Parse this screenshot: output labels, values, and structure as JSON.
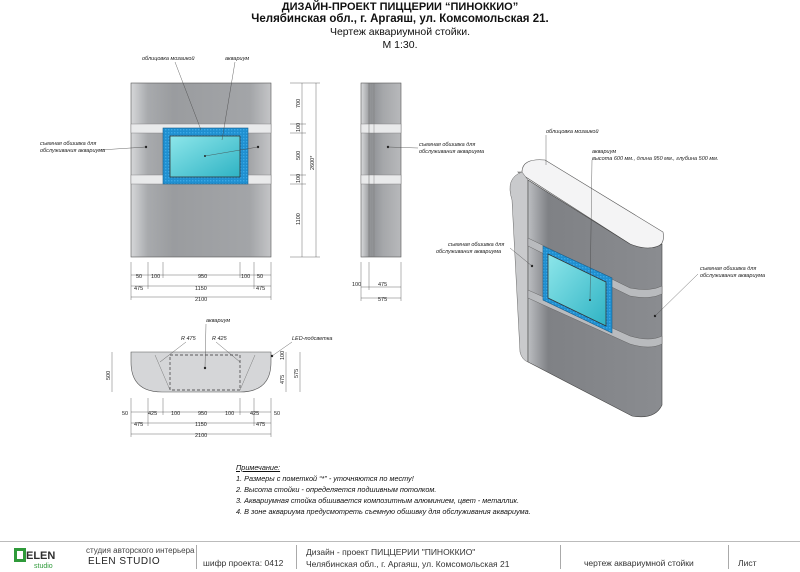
{
  "header": {
    "title": "ДИЗАЙН-ПРОЕКТ ПИЦЦЕРИИ “ПИНОККИО”",
    "address": "Челябинская обл., г. Аргаяш, ул. Комсомольская 21.",
    "drawing_name": "Чертеж аквариумной стойки.",
    "scale": "М 1:30."
  },
  "front_view": {
    "label_mosaic": "облицовка мозаикой",
    "label_aquarium": "аквариум",
    "label_panel_1": "съемная обшивка для",
    "label_panel_2": "обслуживания аквариума",
    "dims_bottom_row1": [
      "50",
      "100",
      "950",
      "100",
      "50"
    ],
    "dims_bottom_row2": [
      "475",
      "1150",
      "475"
    ],
    "dims_total": "2100",
    "dims_vertical": [
      "700",
      "100",
      "500",
      "100",
      "1100"
    ],
    "dim_height_total": "2600*"
  },
  "side_view": {
    "label_panel_1": "съемная обшивка для",
    "label_panel_2": "обслуживания аквариума",
    "dims_bottom": [
      "100",
      "475"
    ],
    "dim_total": "575"
  },
  "plan_view": {
    "label_aquarium": "аквариум",
    "label_r475": "R 475",
    "label_r425": "R 425",
    "label_led": "LED-подсветка",
    "dims_row1": [
      "50",
      "425",
      "100",
      "950",
      "100",
      "425",
      "50"
    ],
    "dims_row2": [
      "475",
      "1150",
      "475"
    ],
    "dims_total": "2100",
    "dim_depth": "500",
    "dims_right": [
      "100",
      "475",
      "575"
    ]
  },
  "iso_view": {
    "label_mosaic": "облицовка мозаикой",
    "label_aquarium": "аквариум",
    "label_aquarium_size": "высота 600 мм., длина 950 мм., глубина 500 мм.",
    "label_left_1": "съемная обшивка для",
    "label_left_2": "обслуживания аквариума",
    "label_right_1": "съемная обшивка для",
    "label_right_2": "обслуживания аквариума"
  },
  "notes": {
    "title": "Примечание:",
    "items": [
      "1. Размеры с пометкой “*” - уточняются по месту!",
      "2. Высота стойки - определяется подшивным потолком.",
      "3. Аквариумная стойка обшивается композитным алюминием, цвет - металлик.",
      "4. В зоне аквариума предусмотреть съемную обшивку для обслуживания аквариума."
    ]
  },
  "footer": {
    "logo_text": "ELEN",
    "logo_sub": "studio",
    "studio_line1": "студия авторского интерьера",
    "studio_line2": "ELEN STUDIO",
    "project_code": "шифр проекта: 0412",
    "project_name": "Дизайн - проект ПИЦЦЕРИИ \"ПИНОККИО\"",
    "project_address": "Челябинская обл., г. Аргаяш, ул. Комсомольская 21",
    "sheet_name": "чертеж аквариумной стойки",
    "sheet": "Лист"
  }
}
